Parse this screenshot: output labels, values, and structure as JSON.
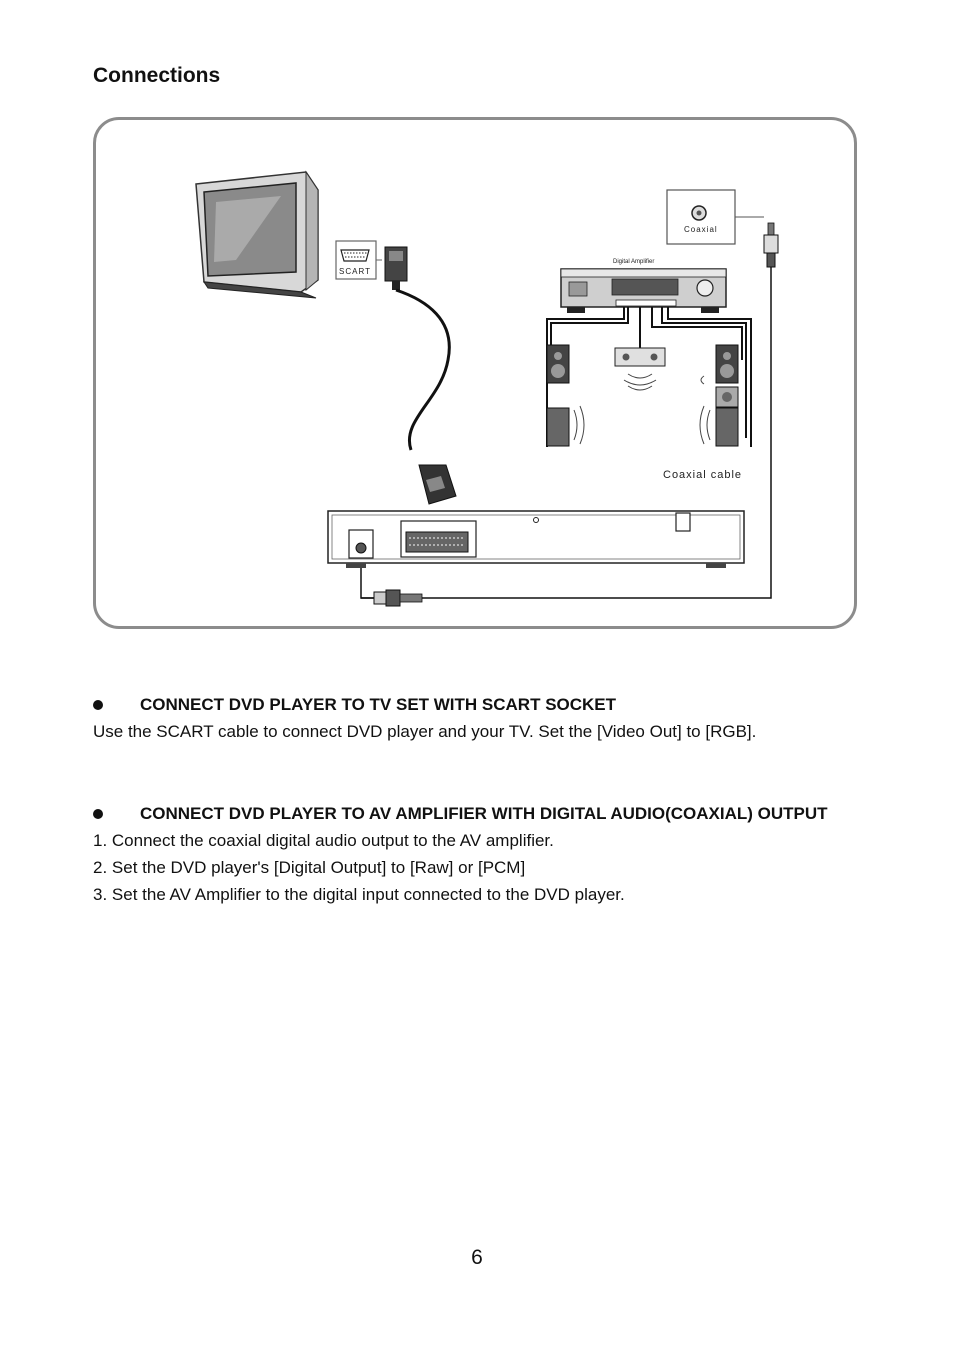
{
  "page": {
    "title": "Connections",
    "page_number": "6"
  },
  "diagram": {
    "scart_label": "SCART",
    "coaxial_label": "Coaxial",
    "amplifier_label": "Digital Amplifier",
    "coaxial_cable_label": "Coaxial cable"
  },
  "sections": [
    {
      "heading": "CONNECT DVD PLAYER TO TV SET WITH SCART SOCKET",
      "text": "Use the SCART cable  to connect DVD player and your TV. Set the [Video Out] to [RGB]."
    },
    {
      "heading": "CONNECT DVD PLAYER  TO AV AMPLIFIER WITH DIGITAL AUDIO(COAXIAL) OUTPUT",
      "steps": [
        "1. Connect the coaxial digital audio output to the AV amplifier.",
        "2. Set the DVD player's [Digital Output] to [Raw] or [PCM]",
        "3. Set the AV Amplifier to the digital input connected to the DVD player."
      ]
    }
  ]
}
